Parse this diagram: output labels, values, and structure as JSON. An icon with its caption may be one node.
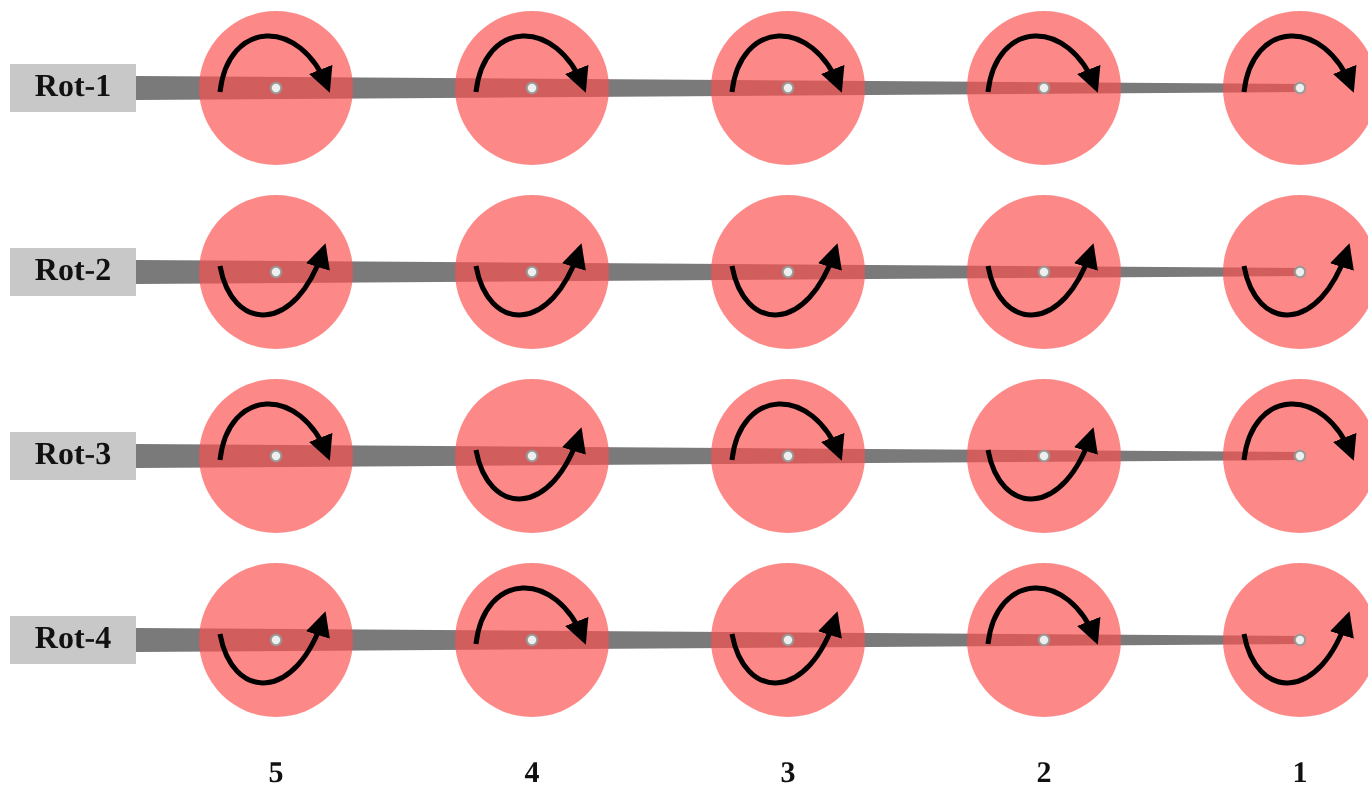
{
  "diagram": {
    "nodes": [
      {
        "text": [
          "Rot-1"
        ]
      },
      {
        "text": [],
        "shape": "circle"
      },
      {
        "text": [],
        "shape": "circle"
      },
      {
        "text": [],
        "shape": "circle"
      },
      {
        "text": [],
        "shape": "circle"
      },
      {
        "text": [],
        "shape": "circle"
      },
      {
        "text": [
          "Rot-2"
        ]
      },
      {
        "text": [],
        "shape": "circle"
      },
      {
        "text": [],
        "shape": "circle"
      },
      {
        "text": [],
        "shape": "circle"
      },
      {
        "text": [],
        "shape": "circle"
      },
      {
        "text": [],
        "shape": "circle"
      },
      {
        "text": [
          "Rot-3"
        ]
      },
      {
        "text": [],
        "shape": "circle"
      },
      {
        "text": [],
        "shape": "circle"
      },
      {
        "text": [],
        "shape": "circle"
      },
      {
        "text": [],
        "shape": "circle"
      },
      {
        "text": [],
        "shape": "circle"
      },
      {
        "text": [
          "Rot-4"
        ]
      },
      {
        "text": [],
        "shape": "circle"
      },
      {
        "text": [],
        "shape": "circle"
      },
      {
        "text": [],
        "shape": "circle"
      },
      {
        "text": [],
        "shape": "circle"
      },
      {
        "text": [],
        "shape": "circle"
      }
    ],
    "labels": [
      "5",
      "4",
      "3",
      "2",
      "1"
    ]
  }
}
